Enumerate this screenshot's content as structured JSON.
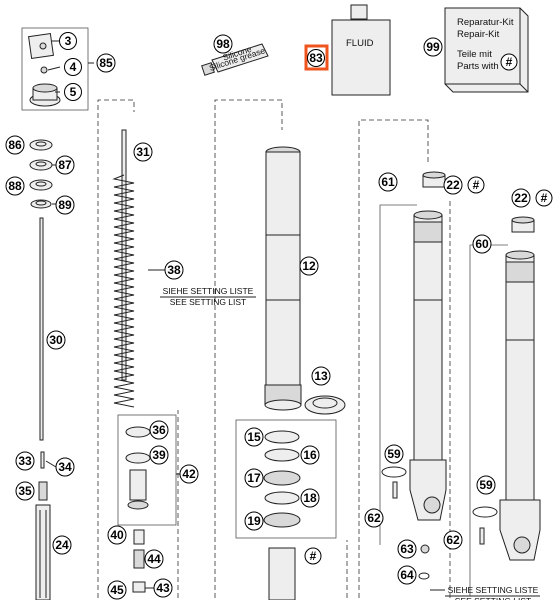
{
  "callouts": {
    "c3": "3",
    "c4": "4",
    "c5": "5",
    "c85": "85",
    "c98": "98",
    "c83": "83",
    "c99": "99",
    "c86": "86",
    "c87": "87",
    "c88": "88",
    "c89": "89",
    "c30": "30",
    "c33": "33",
    "c34": "34",
    "c35": "35",
    "c24": "24",
    "c31": "31",
    "c38": "38",
    "c36": "36",
    "c39": "39",
    "c42": "42",
    "c40": "40",
    "c44": "44",
    "c45": "45",
    "c43": "43",
    "c12": "12",
    "c13": "13",
    "c15": "15",
    "c16": "16",
    "c17": "17",
    "c18": "18",
    "c19": "19",
    "c61": "61",
    "c22a": "22",
    "c22b": "22",
    "c60": "60",
    "c59a": "59",
    "c59b": "59",
    "c62a": "62",
    "c62b": "62",
    "c63": "63",
    "c64": "64"
  },
  "hash": "#",
  "fluid_label": "FLUID",
  "tube_label_1": "Silicone",
  "tube_label_2": "Silicone grease",
  "kit": {
    "line1": "Reparatur-Kit",
    "line2": "Repair-Kit",
    "line3": "Teile mit",
    "line4": "Parts with"
  },
  "setting": {
    "de": "SIEHE SETTING LISTE",
    "en": "SEE SETTING LIST"
  },
  "colors": {
    "highlight": "#f0541e"
  }
}
